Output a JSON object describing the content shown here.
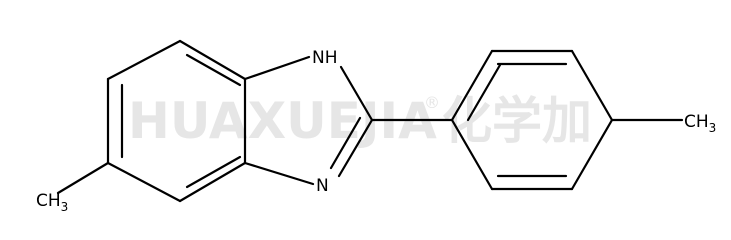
{
  "watermark": {
    "brand": "HUAXUEJIA",
    "registered": "®",
    "cjk": "化学加"
  },
  "molecule": {
    "atoms": {
      "nh": "NH",
      "n": "N",
      "left_methyl_c": "CH",
      "left_methyl_sub": "3",
      "right_methyl_c": "CH",
      "right_methyl_sub": "3"
    }
  }
}
